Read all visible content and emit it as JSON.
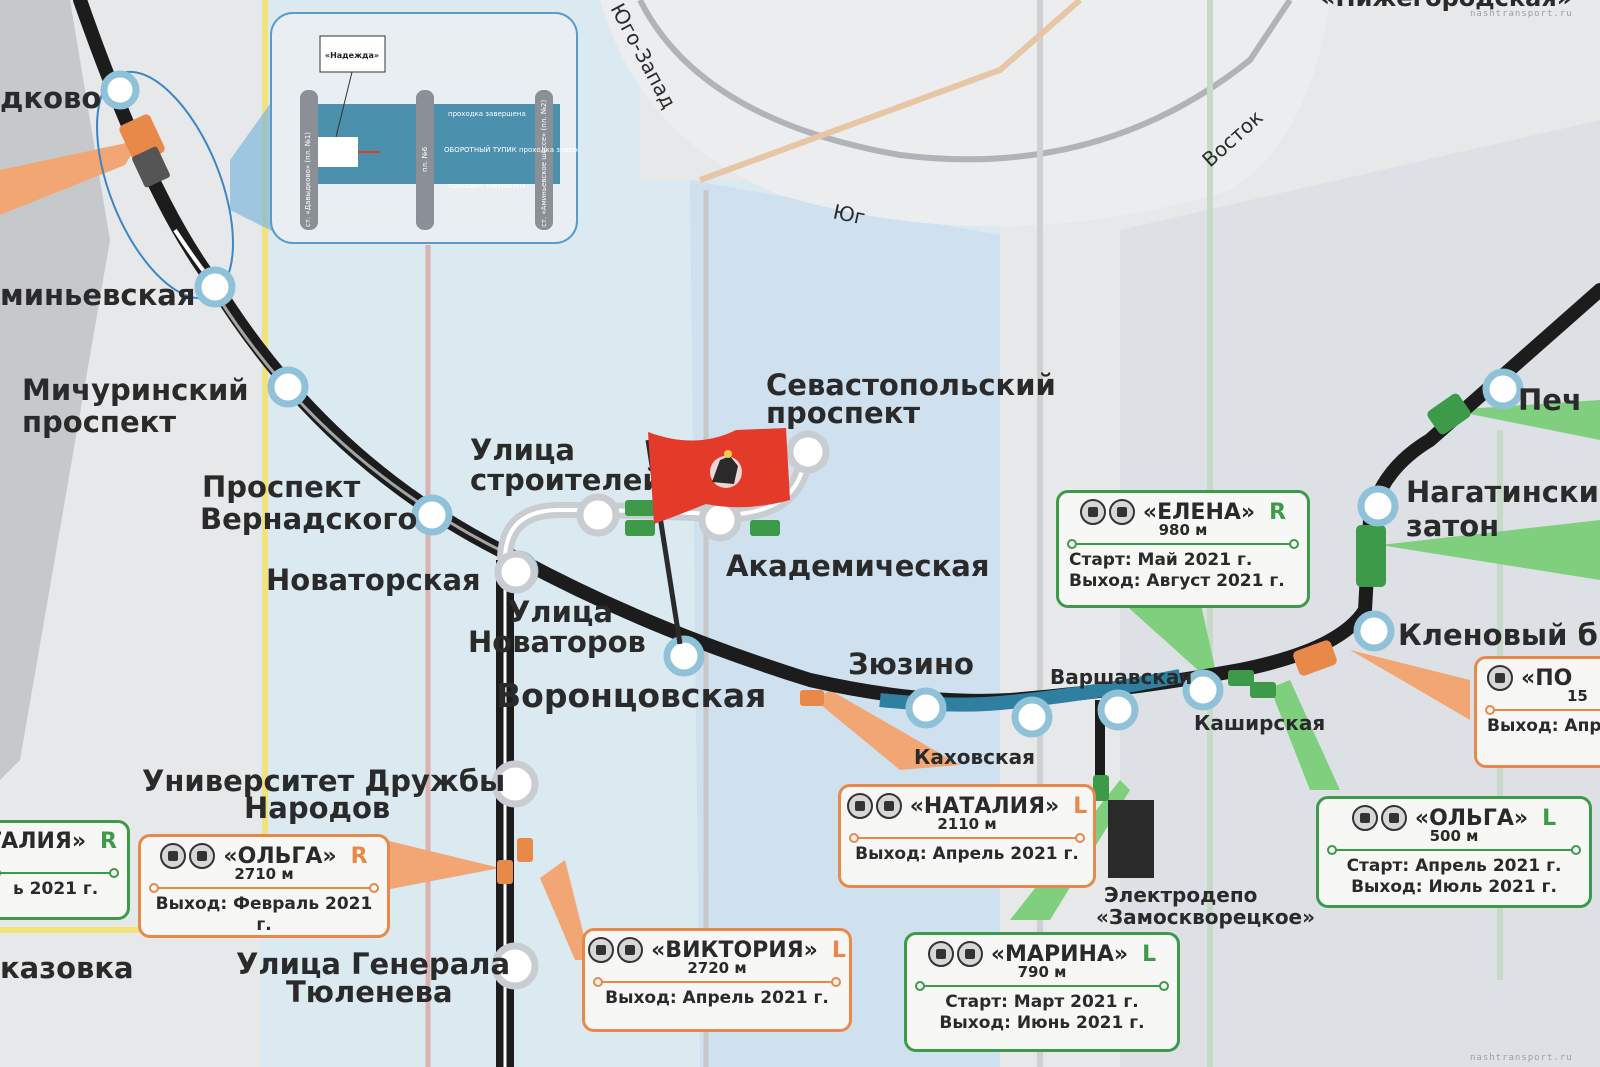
{
  "stations": {
    "davydkovo": "дково",
    "aminyevskaya": "миньевская",
    "michurinsky_1": "Мичуринский",
    "michurinsky_2": "проспект",
    "vernadskogo_1": "Проспект",
    "vernadskogo_2": "Вернадского",
    "novatorskaya": "Новаторская",
    "ul_novatorov_1": "Улица",
    "ul_novatorov_2": "Новаторов",
    "vorontsovskaya": "Воронцовская",
    "ul_stroiteley_1": "Улица",
    "ul_stroiteley_2": "строителей",
    "sevastopolsky_1": "Севастопольский",
    "sevastopolsky_2": "проспект",
    "akademicheskaya": "Академическая",
    "zyuzino": "Зюзино",
    "kakhovskaya": "Каховская",
    "varshavskaya": "Варшавская",
    "kashirskaya": "Каширская",
    "pech": "Печ",
    "nagatinsky_1": "Нагатински",
    "nagatinsky_2": "затон",
    "klenovy": "Кленовый б",
    "rudn_1": "Университет Дружбы",
    "rudn_2": "Народов",
    "tyuleneva_1": "Улица Генерала",
    "tyuleneva_2": "Тюленева",
    "kazovka": "казовка",
    "nizhegorodskaya": "«Нижегородская»",
    "depot_1": "Электродепо",
    "depot_2": "«Замоскворецкое»"
  },
  "directions": {
    "southwest": "Юго-Запад",
    "south": "Юг",
    "east": "Восток"
  },
  "inset": {
    "tbm_label": "«Надежда»",
    "station_left": "ст. «Давыдково» (пл. №1)",
    "station_right": "ст. «Аминьевское шоссе» (пл. №2)",
    "shaft": "пл. №6",
    "row_1": "проходка завершена",
    "row_2": "ОБОРОТНЫЙ ТУПИК проходка завершена",
    "row_3": "проходка завершена"
  },
  "tbms": {
    "elena": {
      "name": "«ЕЛЕНА»",
      "side": "R",
      "length": "980 м",
      "line1": "Старт: Май 2021 г.",
      "line2": "Выход: Август 2021 г."
    },
    "natalia_l": {
      "name": "«НАТАЛИЯ»",
      "side": "L",
      "length": "2110 м",
      "line1": "Выход: Апрель 2021 г."
    },
    "olga_r": {
      "name": "«ОЛЬГА»",
      "side": "R",
      "length": "2710 м",
      "line1": "Выход: Февраль 2021 г."
    },
    "viktoria": {
      "name": "«ВИКТОРИЯ»",
      "side": "L",
      "length": "2720 м",
      "line1": "Выход: Апрель 2021 г."
    },
    "marina": {
      "name": "«МАРИНА»",
      "side": "L",
      "length": "790 м",
      "line1": "Старт: Март 2021 г.",
      "line2": "Выход: Июнь 2021 г."
    },
    "olga_l": {
      "name": "«ОЛЬГА»",
      "side": "L",
      "length": "500 м",
      "line1": "Старт: Апрель 2021 г.",
      "line2": "Выход: Июль 2021 г."
    },
    "natalia_r": {
      "name": "АТАЛИЯ»",
      "side": "R",
      "line1": "ь 2021 г."
    },
    "po": {
      "name": "«ПО",
      "length": "15",
      "line1": "Выход: Апр"
    }
  },
  "watermark": "nashtransport.ru",
  "colors": {
    "line_black": "#1c1c1c",
    "line_blue": "#2f7fa0",
    "tbm_orange": "#e8894a",
    "tbm_green": "#3c9a48",
    "flag_red": "#e43a2a",
    "zone_blue": "#cfe3ee"
  }
}
